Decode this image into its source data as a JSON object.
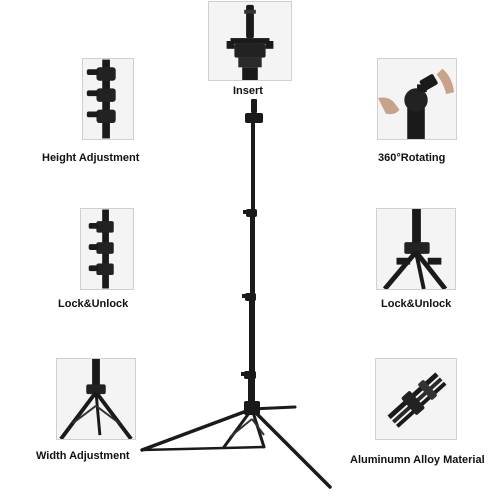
{
  "features": {
    "insert": {
      "label": "Insert",
      "icon": "insert-fitting-icon"
    },
    "height_adjustment": {
      "label": "Height Adjustment",
      "icon": "height-clamps-icon"
    },
    "rotating": {
      "label": "360°Rotating",
      "icon": "ball-head-icon"
    },
    "lock_unlock_left": {
      "label": "Lock&Unlock",
      "icon": "lock-clamps-icon"
    },
    "lock_unlock_right": {
      "label": "Lock&Unlock",
      "icon": "leg-lock-icon"
    },
    "width_adjustment": {
      "label": "Width Adjustment",
      "icon": "tripod-base-icon"
    },
    "material": {
      "label": "Aluminumn Alloy Material",
      "icon": "folded-stand-icon"
    }
  },
  "colors": {
    "stand": "#1a1a1a",
    "thumb_background": "#f4f4f4",
    "thumb_border": "#d0d0d0",
    "caption": "#111111"
  }
}
